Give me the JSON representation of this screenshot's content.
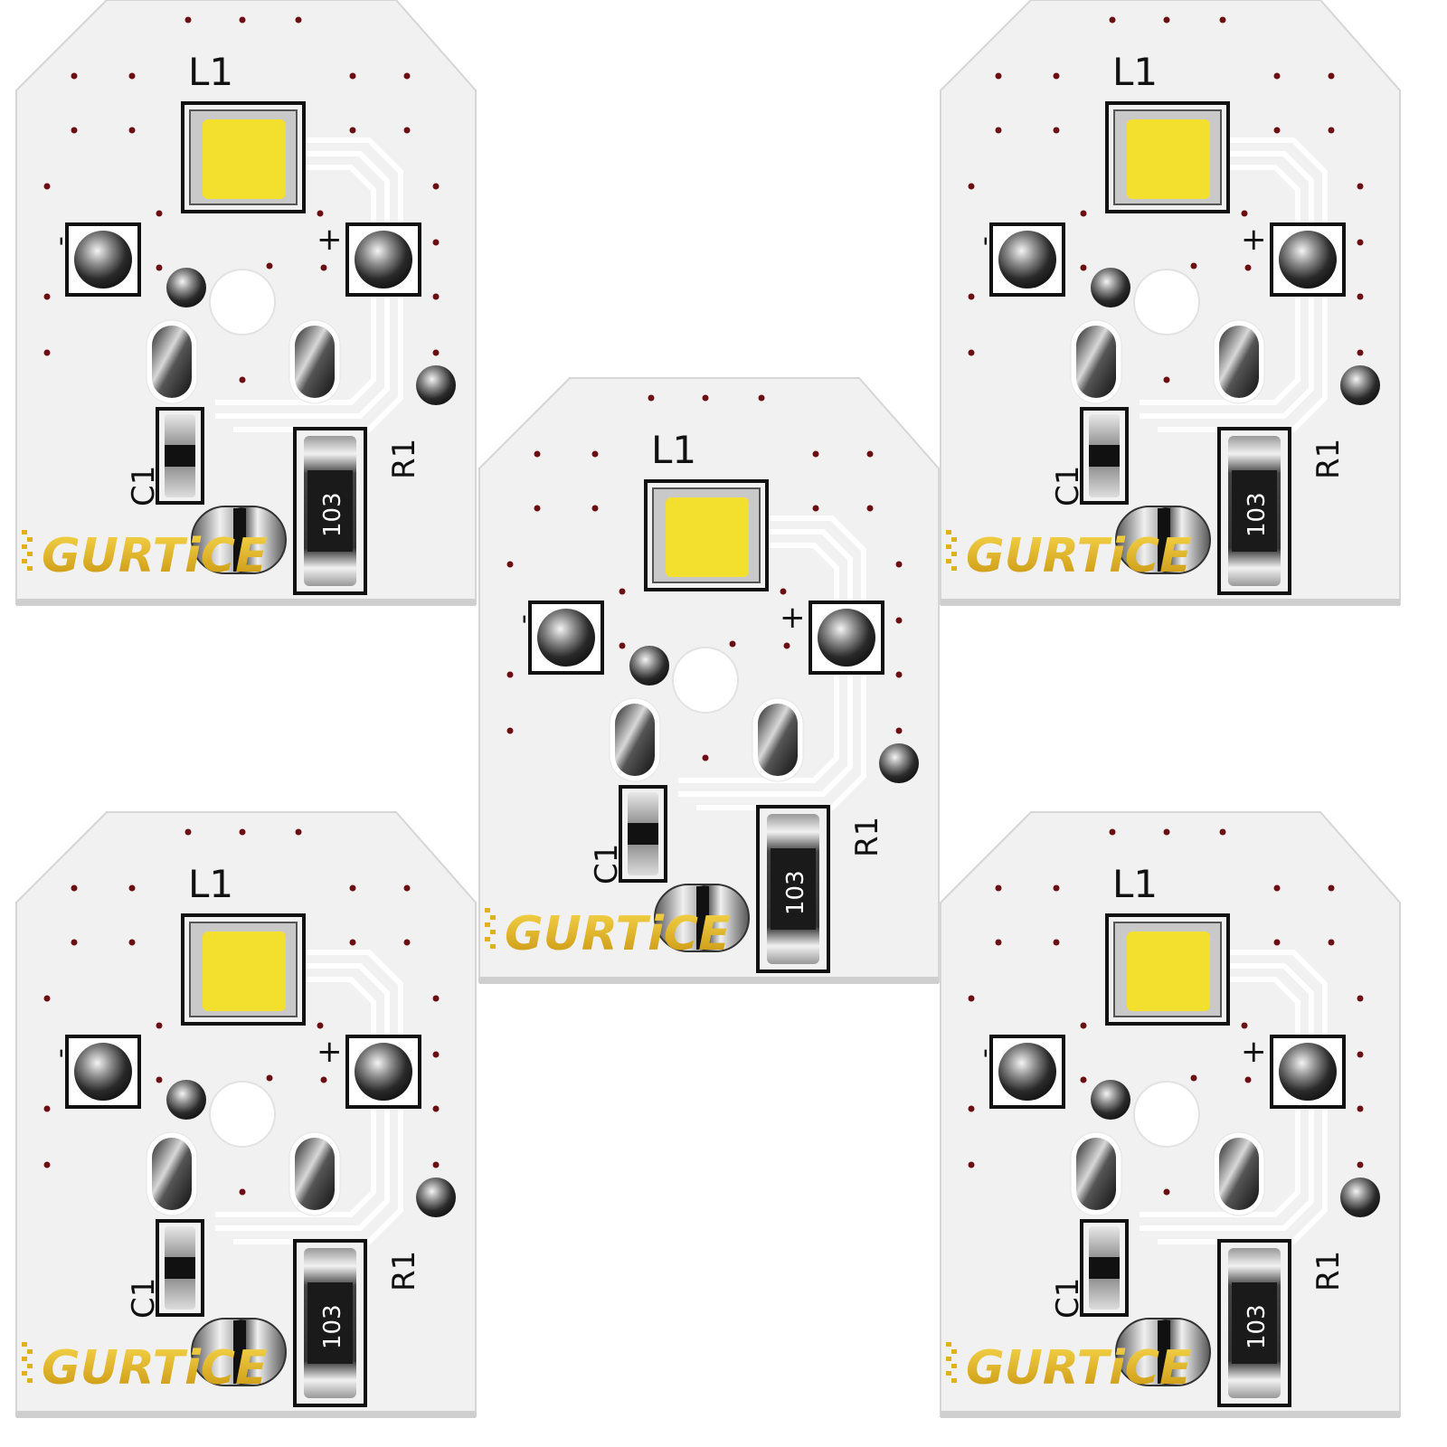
{
  "product": {
    "board_count": 5,
    "colors": {
      "pcb": "#f1f1f1",
      "led": "#f3df2e",
      "silkscreen": "#111111",
      "via": "#6b0f12",
      "logo": "#e0b21a",
      "trace": "#ffffff"
    }
  },
  "boards": [
    {
      "led_label": "L1",
      "minus_label": "-",
      "plus_label": "+",
      "cap_label": "C1",
      "res_label": "R1",
      "res_code": "103",
      "logo": "GURTiCE"
    },
    {
      "led_label": "L1",
      "minus_label": "-",
      "plus_label": "+",
      "cap_label": "C1",
      "res_label": "R1",
      "res_code": "103",
      "logo": "GURTiCE"
    },
    {
      "led_label": "L1",
      "minus_label": "-",
      "plus_label": "+",
      "cap_label": "C1",
      "res_label": "R1",
      "res_code": "103",
      "logo": "GURTiCE"
    },
    {
      "led_label": "L1",
      "minus_label": "-",
      "plus_label": "+",
      "cap_label": "C1",
      "res_label": "R1",
      "res_code": "103",
      "logo": "GURTiCE"
    },
    {
      "led_label": "L1",
      "minus_label": "-",
      "plus_label": "+",
      "cap_label": "C1",
      "res_label": "R1",
      "res_code": "103",
      "logo": "GURTiCE"
    }
  ]
}
